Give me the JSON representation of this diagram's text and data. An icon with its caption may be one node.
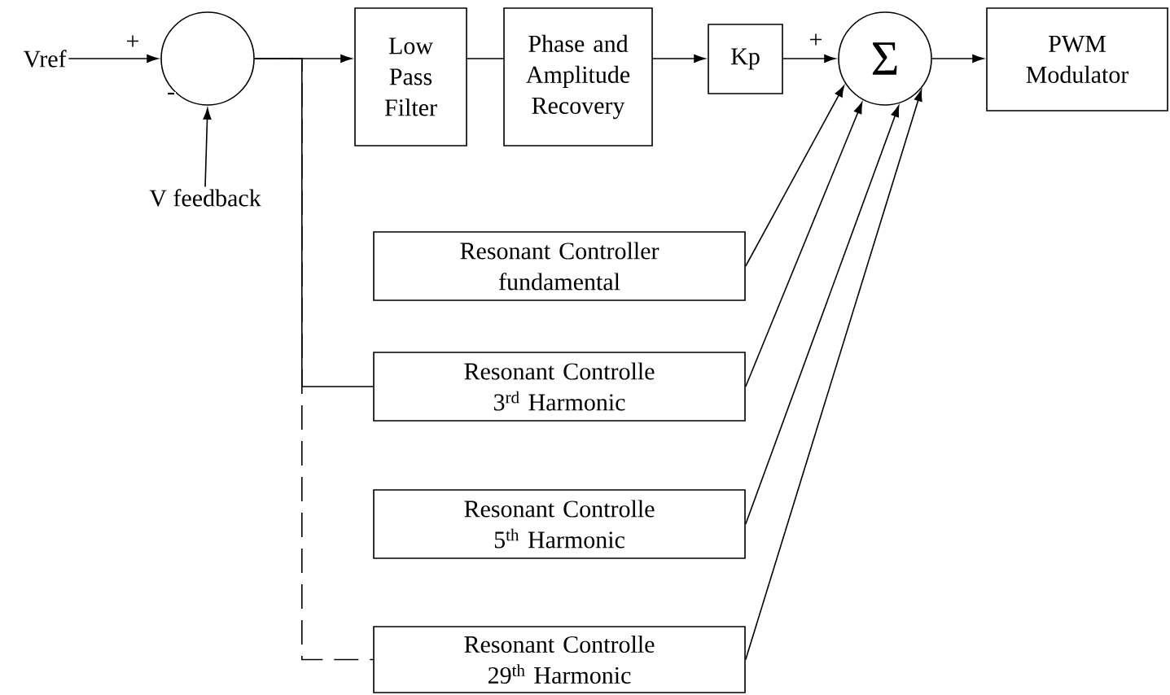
{
  "diagram": {
    "nodes": [
      {
        "text": [
          "Vref"
        ]
      },
      {
        "text": [],
        "shape": "circle"
      },
      {
        "text": [
          "V feedback"
        ]
      },
      {
        "text": [
          "Low Pass Filter"
        ]
      },
      {
        "text": [
          "Phase and Amplitude Recovery"
        ]
      },
      {
        "text": [
          "Kp"
        ]
      },
      {
        "text": [
          "Σ"
        ]
      },
      {
        "text": [
          "PWM Modulator"
        ]
      },
      {
        "text": [
          "Resonant Controller fundamental"
        ]
      },
      {
        "text": [
          "Resonant Controlle 3$^{rd}$ Harmonic"
        ]
      },
      {
        "text": [
          "Resonant Controlle 5$^{th}$ Harmonic"
        ]
      },
      {
        "text": [
          "Resonant Controlle 29$^{th}$ Harmonic"
        ]
      }
    ],
    "edges": [
      {
        "from": 0,
        "to": 1,
        "arrow": "to",
        "label": "+"
      },
      {
        "from": 2,
        "to": 1,
        "arrow": "to",
        "label": "-"
      },
      {
        "from": 1,
        "to": 3,
        "arrow": "to"
      },
      {
        "from": 3,
        "to": 4,
        "arrow": "none"
      },
      {
        "from": 4,
        "to": 5,
        "arrow": "to"
      },
      {
        "from": 5,
        "to": 6,
        "arrow": "to",
        "label": "+"
      },
      {
        "from": 6,
        "to": 7,
        "arrow": "to"
      },
      {
        "from": 1,
        "to": 9,
        "arrow": "none"
      },
      {
        "from": 1,
        "to": 11,
        "arrow": "none",
        "style": "dashed"
      },
      {
        "from": 8,
        "to": 6,
        "arrow": "to"
      },
      {
        "from": 9,
        "to": 6,
        "arrow": "to"
      },
      {
        "from": 10,
        "to": 6,
        "arrow": "to"
      },
      {
        "from": 11,
        "to": 6,
        "arrow": "to"
      }
    ]
  }
}
